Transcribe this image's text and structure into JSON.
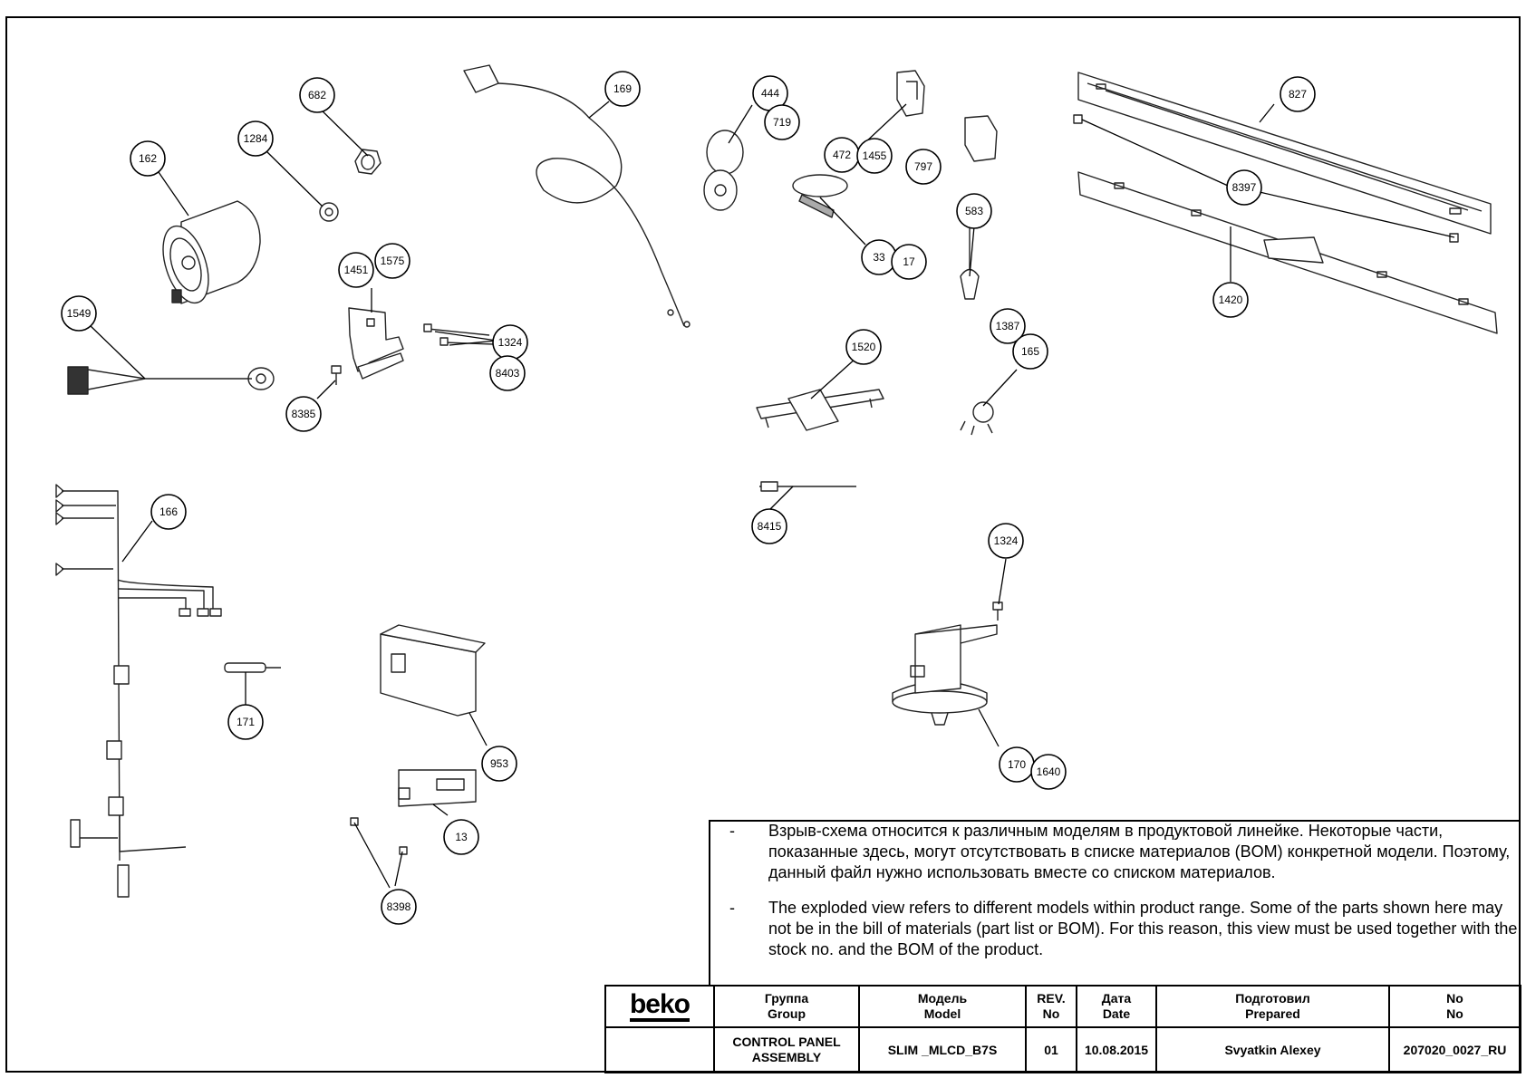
{
  "callouts": [
    {
      "id": "c682",
      "label": "682"
    },
    {
      "id": "c1284",
      "label": "1284"
    },
    {
      "id": "c162",
      "label": "162"
    },
    {
      "id": "c1549",
      "label": "1549"
    },
    {
      "id": "c1451",
      "label": "1451"
    },
    {
      "id": "c1575",
      "label": "1575"
    },
    {
      "id": "c1324a",
      "label": "1324"
    },
    {
      "id": "c8403",
      "label": "8403"
    },
    {
      "id": "c8385",
      "label": "8385"
    },
    {
      "id": "c169",
      "label": "169"
    },
    {
      "id": "c444",
      "label": "444"
    },
    {
      "id": "c719",
      "label": "719"
    },
    {
      "id": "c472",
      "label": "472"
    },
    {
      "id": "c1455",
      "label": "1455"
    },
    {
      "id": "c797",
      "label": "797"
    },
    {
      "id": "c33",
      "label": "33"
    },
    {
      "id": "c17",
      "label": "17"
    },
    {
      "id": "c583",
      "label": "583"
    },
    {
      "id": "c1520",
      "label": "1520"
    },
    {
      "id": "c1387",
      "label": "1387"
    },
    {
      "id": "c165",
      "label": "165"
    },
    {
      "id": "c827",
      "label": "827"
    },
    {
      "id": "c8397",
      "label": "8397"
    },
    {
      "id": "c1420",
      "label": "1420"
    },
    {
      "id": "c166",
      "label": "166"
    },
    {
      "id": "c171",
      "label": "171"
    },
    {
      "id": "c953",
      "label": "953"
    },
    {
      "id": "c13",
      "label": "13"
    },
    {
      "id": "c8398",
      "label": "8398"
    },
    {
      "id": "c8415",
      "label": "8415"
    },
    {
      "id": "c1324b",
      "label": "1324"
    },
    {
      "id": "c170",
      "label": "170"
    },
    {
      "id": "c1640",
      "label": "1640"
    }
  ],
  "notes": {
    "dash": "-",
    "ru": "Взрыв-схема относится к различным моделям в продуктовой линейке. Некоторые части, показанные здесь, могут отсутствовать в списке материалов (BOM) конкретной модели. Поэтому, данный файл нужно использовать вместе со списком материалов.",
    "en": "The exploded view refers to different models within product range. Some of the parts shown here may not be in the bill of materials (part list or BOM). For this reason, this view must be used together with the stock no. and the BOM of the product."
  },
  "title_block": {
    "logo": "beko",
    "headers": {
      "group_ru": "Группа",
      "group_en": "Group",
      "model_ru": "Модель",
      "model_en": "Model",
      "rev_a": "REV.",
      "rev_b": "No",
      "date_ru": "Дата",
      "date_en": "Date",
      "prepared_ru": "Подготовил",
      "prepared_en": "Prepared",
      "no_a": "No",
      "no_b": "No"
    },
    "values": {
      "group_line1": "CONTROL PANEL",
      "group_line2": "ASSEMBLY",
      "model": "SLIM _MLCD_B7S",
      "rev": "01",
      "date": "10.08.2015",
      "prepared": "Svyatkin Alexey",
      "doc_no": "207020_0027_RU"
    }
  }
}
